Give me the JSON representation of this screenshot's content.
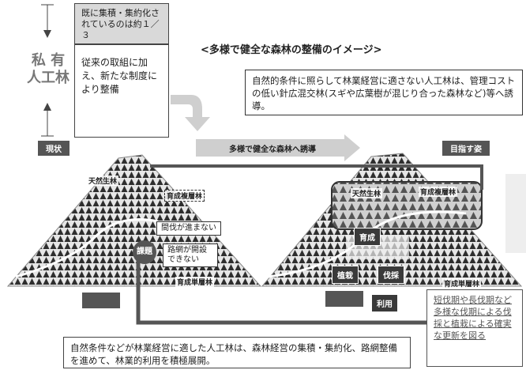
{
  "header": {
    "left_caption": "既に集積・集約化されているのは約１／３",
    "private_forest": "私 有\n人工林",
    "current_efforts": "従来の取組に加え、新たな制度により整備",
    "title": "<多様で健全な森林の整備のイメージ>"
  },
  "top_right_note": "自然的条件に照らして林業経営に適さない人工林は、管理コストの低い針広混交林(スギや広葉樹が混じり合った森林など)等へ誘導。",
  "labels": {
    "current": "現状",
    "induce_arrow": "多様で健全な森林へ誘導",
    "goal": "目指す姿",
    "left_natural": "天然生林",
    "left_multi": "育成複層林",
    "left_thinning": "間伐が進まない",
    "left_issue": "課題",
    "left_road": "路網が開設できない",
    "left_single": "育成単層林",
    "right_natural": "天然生林",
    "right_multi": "育成複層林",
    "right_grow": "育成",
    "right_plant": "植栽",
    "right_cut": "伐採",
    "right_use": "利用",
    "right_single": "育成単層林"
  },
  "side_note": "短伐期や長伐期など多様な伐期による伐採と植栽による確実な更新を図る",
  "bottom_note": "自然条件などが林業経営に適した人工林は、森林経営の集積・集約化、路網整備を進めて、林業的利用を積極展開。",
  "colors": {
    "tree": "#2e2e2e",
    "ground": "#dcdcdc",
    "arrow": "#cfcfcf",
    "loop": "#555555"
  }
}
